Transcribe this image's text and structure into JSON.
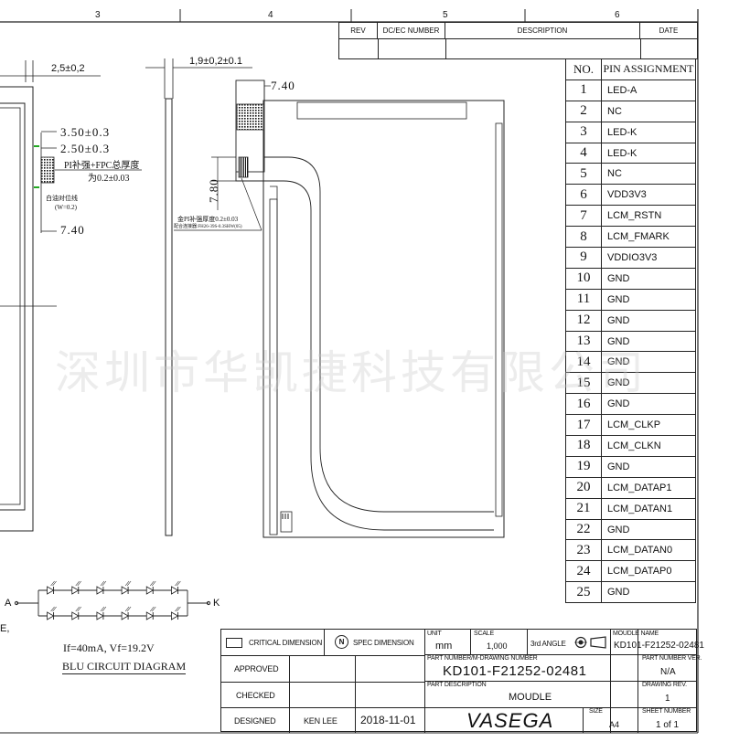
{
  "border": {
    "zones": [
      "3",
      "4",
      "5",
      "6"
    ]
  },
  "revision_header": {
    "rev": "REV",
    "dc_ec": "DC/EC NUMBER",
    "description": "DESCRIPTION",
    "date": "DATE"
  },
  "dimensions": {
    "thickness_total": "2,5±0,2",
    "thickness_panel": "1,9±0,2±0.1",
    "fpc_width_left": "7.40",
    "fpc_width_top": "7.40",
    "pi_height_1": "3.50±0.3",
    "pi_height_2": "2.50±0.3",
    "pi_stiffener_note": "PI补强+FPC总厚度",
    "pi_stiffener_value": "为0.2±0.03",
    "align_line_note": "白油对位线",
    "align_line_width": "(W=0.2)",
    "fpc_length": "7.80",
    "gold_pi_note": "金PI补强厚度0.2±0.03",
    "gold_pi_note2": "配合连接器:FH26-39S-0.3SHW(05)"
  },
  "pin_table": {
    "header_no": "NO.",
    "header_name": "PIN ASSIGNMENT",
    "pins": [
      {
        "no": "1",
        "name": "LED-A"
      },
      {
        "no": "2",
        "name": "NC"
      },
      {
        "no": "3",
        "name": "LED-K"
      },
      {
        "no": "4",
        "name": "LED-K"
      },
      {
        "no": "5",
        "name": "NC"
      },
      {
        "no": "6",
        "name": "VDD3V3"
      },
      {
        "no": "7",
        "name": "LCM_RSTN"
      },
      {
        "no": "8",
        "name": "LCM_FMARK"
      },
      {
        "no": "9",
        "name": "VDDIO3V3"
      },
      {
        "no": "10",
        "name": "GND"
      },
      {
        "no": "11",
        "name": "GND"
      },
      {
        "no": "12",
        "name": "GND"
      },
      {
        "no": "13",
        "name": "GND"
      },
      {
        "no": "14",
        "name": "GND"
      },
      {
        "no": "15",
        "name": "GND"
      },
      {
        "no": "16",
        "name": "GND"
      },
      {
        "no": "17",
        "name": "LCM_CLKP"
      },
      {
        "no": "18",
        "name": "LCM_CLKN"
      },
      {
        "no": "19",
        "name": "GND"
      },
      {
        "no": "20",
        "name": "LCM_DATAP1"
      },
      {
        "no": "21",
        "name": "LCM_DATAN1"
      },
      {
        "no": "22",
        "name": "GND"
      },
      {
        "no": "23",
        "name": "LCM_DATAN0"
      },
      {
        "no": "24",
        "name": "LCM_DATAP0"
      },
      {
        "no": "25",
        "name": "GND"
      }
    ]
  },
  "blu_circuit": {
    "anode": "A",
    "cathode": "K",
    "spec": "If=40mA, Vf=19.2V",
    "title": "BLU CIRCUIT DIAGRAM",
    "left_edge_text": "E,"
  },
  "title_block": {
    "critical_dimension": "CRITICAL DIMENSION",
    "spec_dimension": "SPEC DIMENSION",
    "unit_label": "UNIT",
    "unit": "mm",
    "scale_label": "SCALE",
    "scale": "1,000",
    "angle": "3rd ANGLE",
    "moudle_name_label": "MOUDLE NAME",
    "moudle_name": "KD101-F21252-02481",
    "part_number_label": "PART NUMBER/M-DRAWING NUMBER",
    "part_number": "KD101-F21252-02481",
    "part_number_ver_label": "PART NUMBER VER.",
    "part_number_ver": "N/A",
    "part_description_label": "PART DESCRIPTION",
    "part_description": "MOUDLE",
    "drawing_rev_label": "DRAWING REV.",
    "drawing_rev": "1",
    "approved": "APPROVED",
    "checked": "CHECKED",
    "designed": "DESIGNED",
    "designer": "KEN LEE",
    "date": "2018-11-01",
    "company": "VASEGA",
    "size_label": "SIZE",
    "size": "A4",
    "sheet_label": "SHEET NUMBER",
    "sheet": "1 of 1"
  },
  "watermark": "深圳市华凯捷科技有限公司"
}
